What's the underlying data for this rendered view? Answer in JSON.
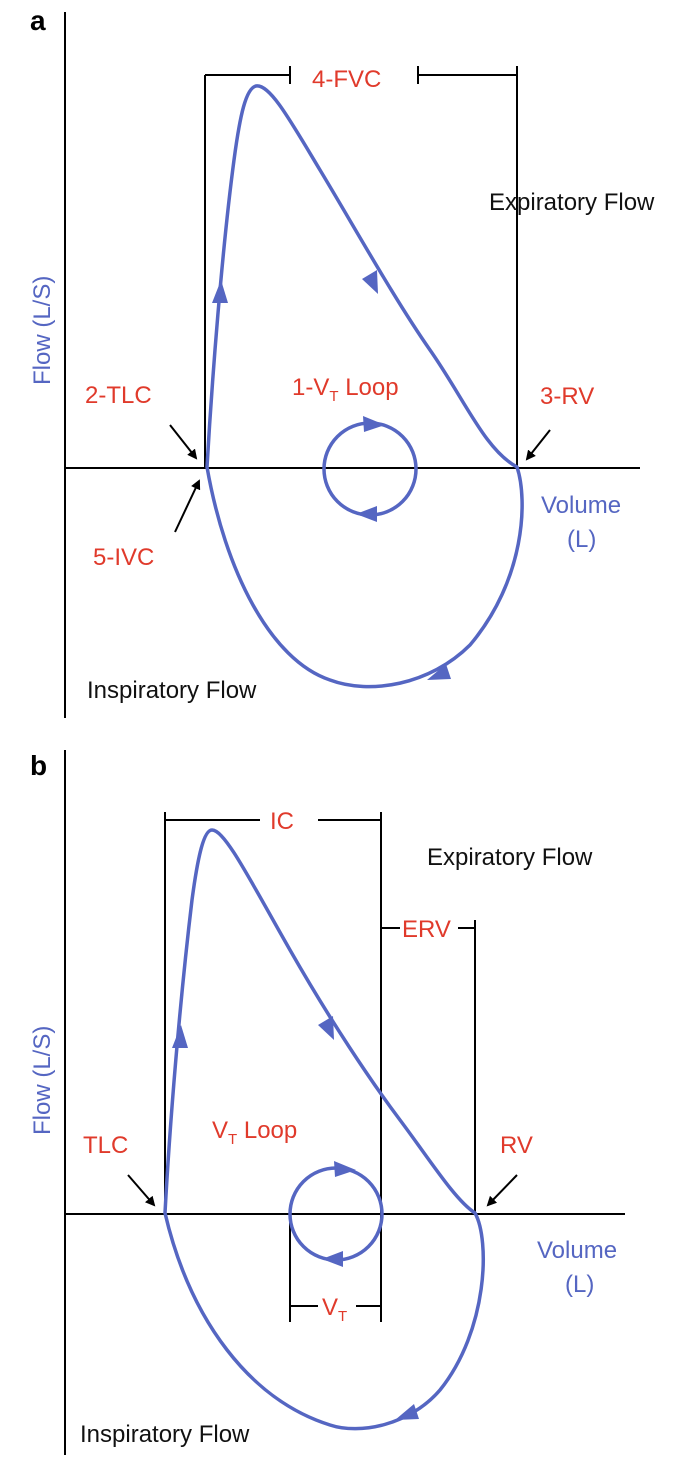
{
  "panel_a": {
    "letter": "a",
    "y_axis_label": "Flow  (L/S)",
    "x_axis_label_line1": "Volume",
    "x_axis_label_line2": "(L)",
    "expiratory_label": "Expiratory Flow",
    "inspiratory_label": "Inspiratory Flow",
    "fvc_label": "4-FVC",
    "tlc_label": "2-TLC",
    "rv_label": "3-RV",
    "ivc_label": "5-IVC",
    "vt_loop_prefix": "1-V",
    "vt_loop_sub": "T",
    "vt_loop_suffix": " Loop"
  },
  "panel_b": {
    "letter": "b",
    "y_axis_label": "Flow  (L/S)",
    "x_axis_label_line1": "Volume",
    "x_axis_label_line2": "(L)",
    "expiratory_label": "Expiratory Flow",
    "inspiratory_label": "Inspiratory Flow",
    "ic_label": "IC",
    "erv_label": "ERV",
    "tlc_label": "TLC",
    "rv_label": "RV",
    "vt_loop_prefix": "V",
    "vt_loop_sub": "T",
    "vt_loop_suffix": " Loop",
    "vt_prefix": "V",
    "vt_sub": "T"
  },
  "colors": {
    "curve": "#5566c2",
    "label_red": "#e03a2b",
    "axis": "#000000"
  }
}
